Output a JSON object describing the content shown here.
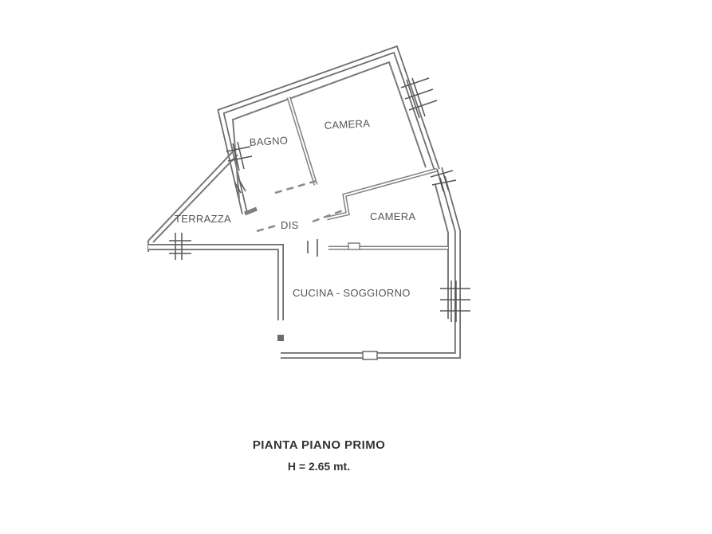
{
  "rooms": {
    "bagno": "BAGNO",
    "camera_1": "CAMERA",
    "camera_2": "CAMERA",
    "terrazza": "TERRAZZA",
    "disimpegno": "DIS",
    "cucina_soggiorno": "CUCINA - SOGGIORNO"
  },
  "caption": {
    "title": "PIANTA PIANO PRIMO",
    "height": "H = 2.65 mt."
  },
  "colors": {
    "wall": "#6b6b6b",
    "text": "#555555"
  }
}
